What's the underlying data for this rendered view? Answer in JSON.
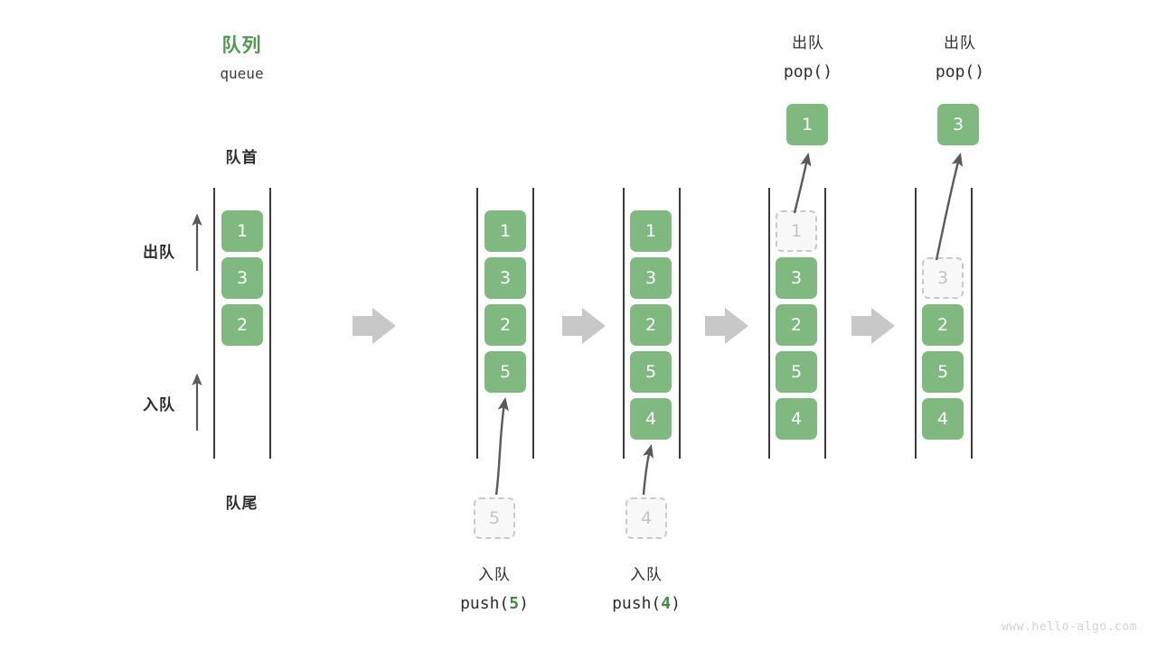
{
  "diagram": {
    "title_cn": "队列",
    "title_en": "queue",
    "head_label": "队首",
    "tail_label": "队尾",
    "dequeue_label": "出队",
    "enqueue_label": "入队",
    "watermark": "www.hello-algo.com",
    "accent_green": "#7fb980",
    "title_green": "#4e9a51",
    "ghost_gray": "#c4c4c4",
    "arrow_gray": "#c8c8c8",
    "rail_color": "#3a3a3a"
  },
  "steps": [
    {
      "name": "initial",
      "cells": [
        {
          "value": "1",
          "ghost": false
        },
        {
          "value": "3",
          "ghost": false
        },
        {
          "value": "2",
          "ghost": false
        }
      ]
    },
    {
      "name": "push-5",
      "cells": [
        {
          "value": "1",
          "ghost": false
        },
        {
          "value": "3",
          "ghost": false
        },
        {
          "value": "2",
          "ghost": false
        },
        {
          "value": "5",
          "ghost": false
        }
      ],
      "incoming": {
        "value": "5"
      },
      "caption_cn": "入队",
      "caption_code_pre": "push(",
      "caption_code_num": "5",
      "caption_code_post": ")"
    },
    {
      "name": "push-4",
      "cells": [
        {
          "value": "1",
          "ghost": false
        },
        {
          "value": "3",
          "ghost": false
        },
        {
          "value": "2",
          "ghost": false
        },
        {
          "value": "5",
          "ghost": false
        },
        {
          "value": "4",
          "ghost": false
        }
      ],
      "incoming": {
        "value": "4"
      },
      "caption_cn": "入队",
      "caption_code_pre": "push(",
      "caption_code_num": "4",
      "caption_code_post": ")"
    },
    {
      "name": "pop-1",
      "cells": [
        {
          "value": "1",
          "ghost": true
        },
        {
          "value": "3",
          "ghost": false
        },
        {
          "value": "2",
          "ghost": false
        },
        {
          "value": "5",
          "ghost": false
        },
        {
          "value": "4",
          "ghost": false
        }
      ],
      "popped": {
        "value": "1"
      },
      "caption_cn": "出队",
      "caption_code": "pop()"
    },
    {
      "name": "pop-3",
      "cells": [
        {
          "value": "",
          "ghost": false,
          "empty": true
        },
        {
          "value": "3",
          "ghost": true
        },
        {
          "value": "2",
          "ghost": false
        },
        {
          "value": "5",
          "ghost": false
        },
        {
          "value": "4",
          "ghost": false
        }
      ],
      "popped": {
        "value": "3"
      },
      "caption_cn": "出队",
      "caption_code": "pop()"
    }
  ]
}
